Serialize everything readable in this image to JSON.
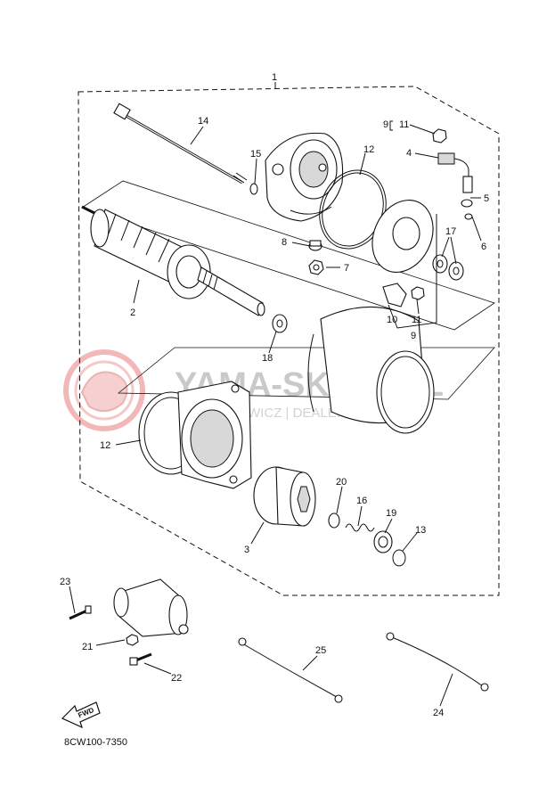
{
  "diagram_code": "8CW100-7350",
  "fwd_label": "FWD",
  "watermark": {
    "brand": "YAMA-SKLEP.PL",
    "tagline": "MOTOCHOWICZ | DEALER YAMAHA"
  },
  "callouts": {
    "c1": "1",
    "c2": "2",
    "c3": "3",
    "c4": "4",
    "c5": "5",
    "c6": "6",
    "c7": "7",
    "c8": "8",
    "c9a": "9",
    "c11a": "11",
    "c9b": "9",
    "c10": "10",
    "c11b": "11",
    "c12a": "12",
    "c12b": "12",
    "c13": "13",
    "c14": "14",
    "c15": "15",
    "c16": "16",
    "c17": "17",
    "c18": "18",
    "c19": "19",
    "c20": "20",
    "c21": "21",
    "c22": "22",
    "c23": "23",
    "c24": "24",
    "c25": "25"
  }
}
